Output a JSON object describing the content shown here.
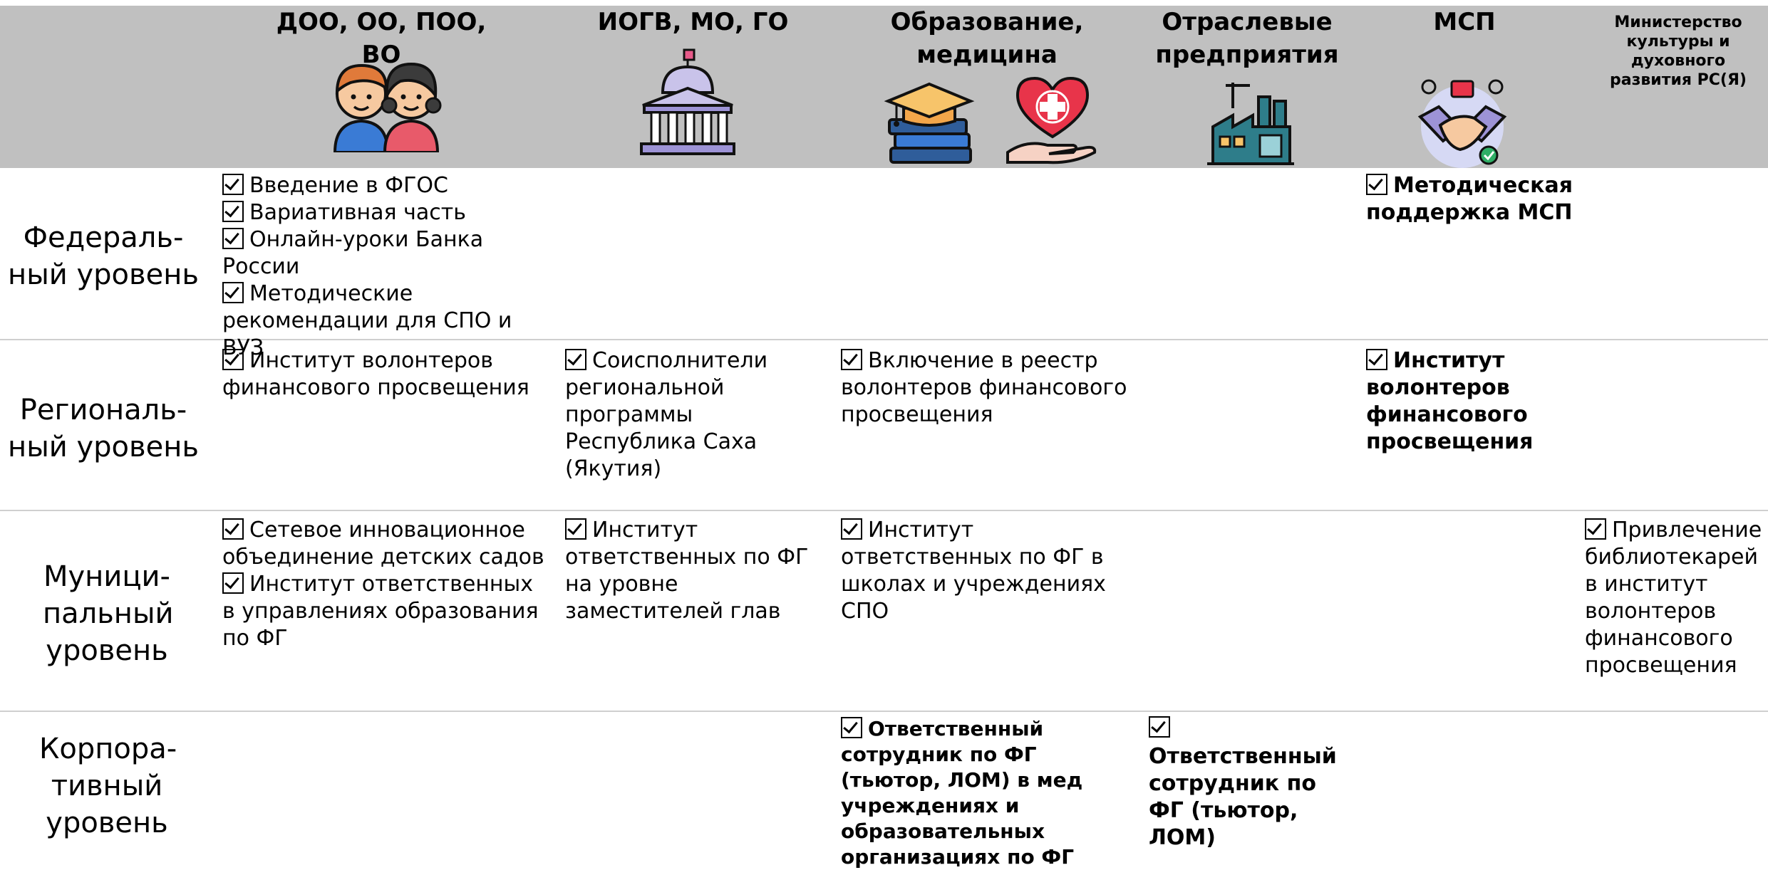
{
  "header": {
    "columns": [
      "ДОО, ОО, ПОО, ВО",
      "ИОГВ, МО, ГО",
      "Образование, медицина",
      "Отраслевые предприятия",
      "МСП",
      "Министерство культуры и духовного развития РС(Я)"
    ]
  },
  "rows": [
    {
      "label": "Федераль-ный уровень",
      "cells": {
        "doo": [
          "Введение в ФГОС",
          "Вариативная часть",
          "Онлайн-уроки Банка России",
          "Методические рекомендации для СПО и ВУЗ"
        ],
        "msp": [
          "Методическая поддержка МСП"
        ]
      }
    },
    {
      "label": "Региональ-ный уровень",
      "cells": {
        "doo": [
          "Институт волонтеров финансового просвещения"
        ],
        "iogv": [
          "Соисполнители региональной программы Республика Саха (Якутия)"
        ],
        "edu": [
          "Включение в реестр волонтеров финансового просвещения"
        ],
        "msp": [
          "Институт волонтеров финансового просвещения"
        ]
      }
    },
    {
      "label": "Муници-пальный уровень",
      "cells": {
        "doo": [
          "Сетевое инновационное объединение детских садов",
          "Институт ответственных в управлениях образования по ФГ"
        ],
        "iogv": [
          "Институт ответственных по ФГ на уровне заместителей глав"
        ],
        "edu": [
          "Институт ответственных по ФГ в школах и учреждениях СПО"
        ],
        "culture": [
          "Привлечение библиотекарей в институт волонтеров финансового просвещения"
        ]
      }
    },
    {
      "label": "Корпора-тивный уровень",
      "cells": {
        "edu": [
          "Ответственный сотрудник по ФГ (тьютор, ЛОМ) в мед учреждениях и образовательных организациях по ФГ"
        ],
        "industry": [
          "Ответственный сотрудник по ФГ (тьютор, ЛОМ)"
        ]
      }
    }
  ]
}
